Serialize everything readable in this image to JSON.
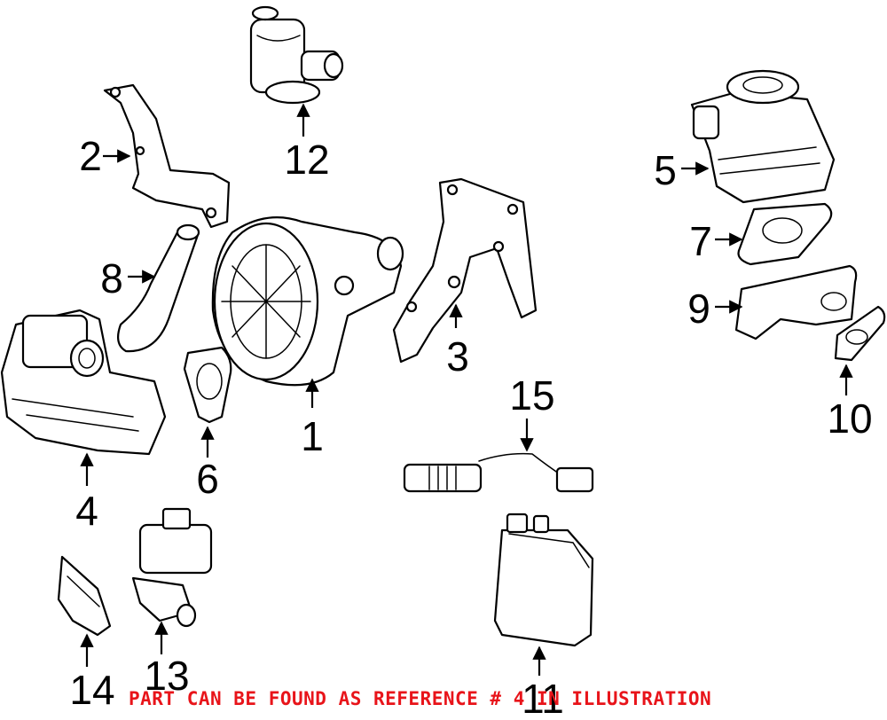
{
  "callouts": [
    "1",
    "2",
    "3",
    "4",
    "5",
    "6",
    "7",
    "8",
    "9",
    "10",
    "11",
    "12",
    "13",
    "14",
    "15"
  ],
  "note": {
    "text": "PART CAN BE FOUND AS REFERENCE # 4 IN ILLUSTRATION",
    "color": "#e8141a"
  }
}
